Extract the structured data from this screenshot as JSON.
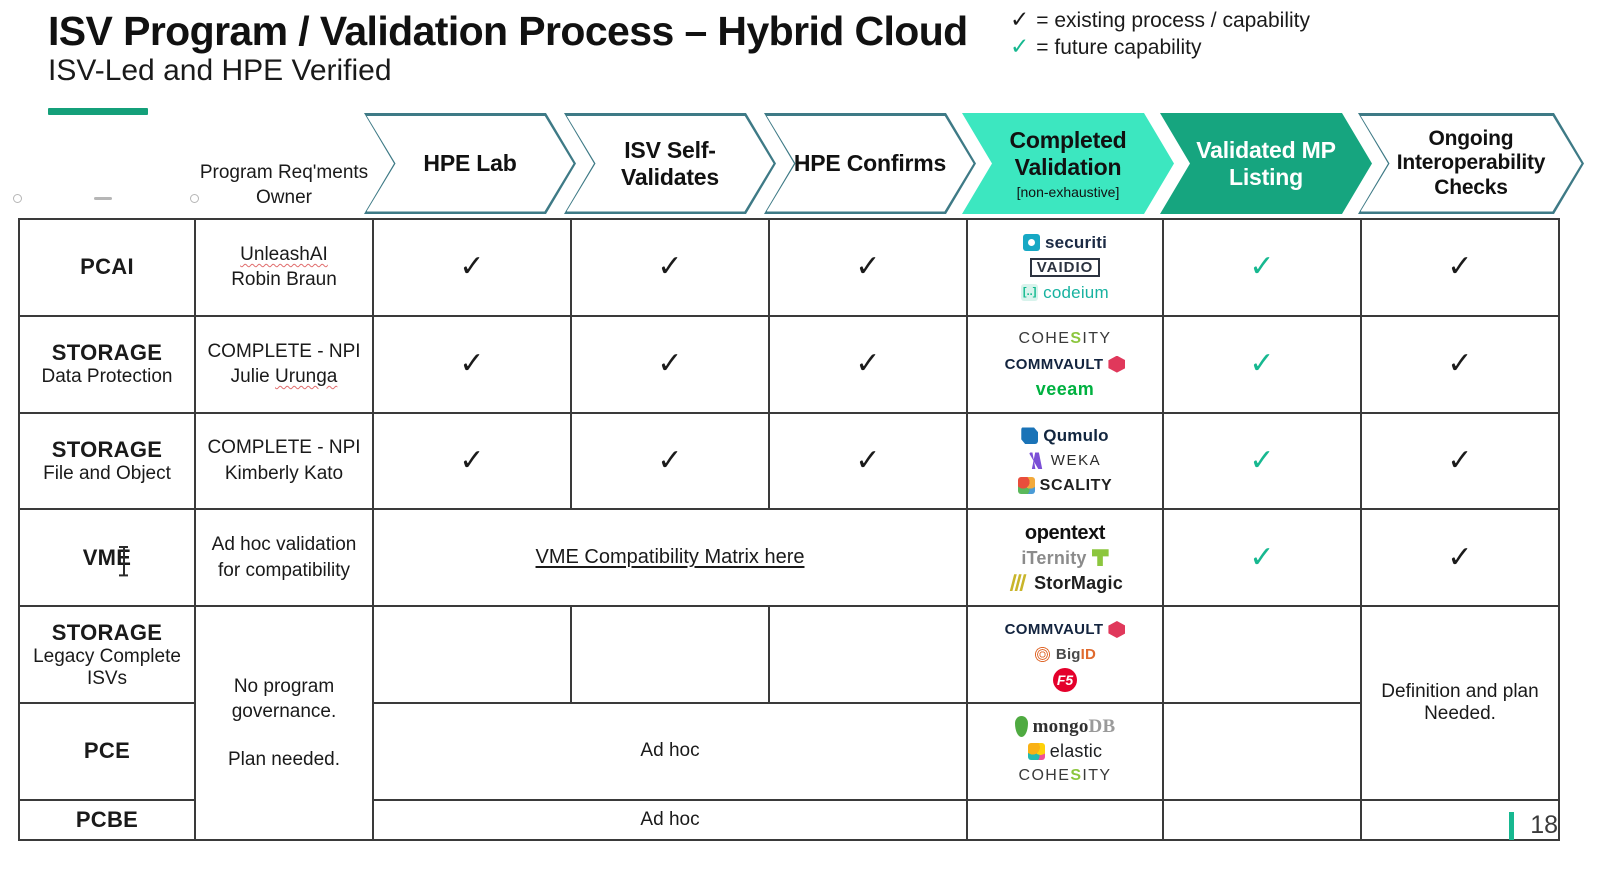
{
  "header": {
    "title": "ISV Program / Validation Process – Hybrid Cloud",
    "subtitle": "ISV-Led and HPE Verified",
    "accent_color": "#14a07a"
  },
  "legend": {
    "items": [
      {
        "icon": "check-icon",
        "mark": "✓",
        "kind": "existing",
        "color": "#1b1b1b",
        "text": "= existing process / capability"
      },
      {
        "icon": "check-icon",
        "mark": "✓",
        "kind": "future",
        "color": "#17b890",
        "text": "= future capability"
      }
    ]
  },
  "process_header": {
    "owner_column_label": "Program Req'ments\nOwner",
    "owner_label_line1": "Program Req'ments",
    "owner_label_line2": "Owner",
    "stages": [
      {
        "label": "HPE Lab",
        "sub": "",
        "fill": "#ffffff",
        "border": "#3e7a86",
        "text_color": "#111111"
      },
      {
        "label": "ISV Self-\nValidates",
        "line1": "ISV Self-",
        "line2": "Validates",
        "sub": "",
        "fill": "#ffffff",
        "border": "#3e7a86",
        "text_color": "#111111"
      },
      {
        "label": "HPE Confirms",
        "sub": "",
        "fill": "#ffffff",
        "border": "#3e7a86",
        "text_color": "#111111"
      },
      {
        "label": "Completed\nValidation",
        "line1": "Completed",
        "line2": "Validation",
        "sub": "[non-exhaustive]",
        "fill": "#3ce7c0",
        "border": "#3ce7c0",
        "text_color": "#111111"
      },
      {
        "label": "Validated MP\nListing",
        "line1": "Validated MP",
        "line2": "Listing",
        "sub": "",
        "fill": "#16a57f",
        "border": "#16a57f",
        "text_color": "#ffffff"
      },
      {
        "label": "Ongoing\nInteroperability\nChecks",
        "line1": "Ongoing",
        "line2": "Interoperability",
        "line3": "Checks",
        "sub": "",
        "fill": "#ffffff",
        "border": "#3e7a86",
        "text_color": "#111111"
      }
    ]
  },
  "matrix": {
    "rows": [
      {
        "category": "PCAI",
        "category_sub": "",
        "owner_line1": "UnleashAI",
        "owner_line1_misspelled": true,
        "owner_line2": "Robin Braun",
        "hpe_lab": "existing-check",
        "isv_self": "existing-check",
        "hpe_confirms": "existing-check",
        "validated_mp": "future-check",
        "ongoing": "existing-check",
        "logos": [
          {
            "name": "securiti",
            "text": "securiti"
          },
          {
            "name": "vaidio",
            "text": "VAIDIO"
          },
          {
            "name": "codeium",
            "text": "codeium"
          }
        ]
      },
      {
        "category": "STORAGE",
        "category_sub": "Data Protection",
        "owner_line1": "COMPLETE - NPI",
        "owner_line2": "Julie Urunga",
        "owner_line2_misspelled": true,
        "hpe_lab": "existing-check",
        "isv_self": "existing-check",
        "hpe_confirms": "existing-check",
        "validated_mp": "future-check",
        "ongoing": "existing-check",
        "logos": [
          {
            "name": "cohesity",
            "text": "COHESITY"
          },
          {
            "name": "commvault",
            "text": "COMMVAULT"
          },
          {
            "name": "veeam",
            "text": "veeam"
          }
        ]
      },
      {
        "category": "STORAGE",
        "category_sub": "File and Object",
        "owner_line1": "COMPLETE - NPI",
        "owner_line2": "Kimberly Kato",
        "hpe_lab": "existing-check",
        "isv_self": "existing-check",
        "hpe_confirms": "existing-check",
        "validated_mp": "future-check",
        "ongoing": "existing-check",
        "logos": [
          {
            "name": "qumulo",
            "text": "Qumulo"
          },
          {
            "name": "weka",
            "text": "WEKA"
          },
          {
            "name": "scality",
            "text": "SCALITY"
          }
        ]
      },
      {
        "category": "VME",
        "category_sub": "",
        "owner_line1": "Ad hoc validation",
        "owner_line2": "for compatibility",
        "span_link": "VME Compatibility Matrix here",
        "validated_mp": "future-check",
        "ongoing": "existing-check",
        "logos": [
          {
            "name": "opentext",
            "text": "opentext"
          },
          {
            "name": "iternity",
            "text": "iTernity"
          },
          {
            "name": "stormagic",
            "text": "StorMagic"
          }
        ]
      },
      {
        "category": "STORAGE",
        "category_sub": "Legacy Complete\nISVs",
        "category_sub_line1": "Legacy Complete",
        "category_sub_line2": "ISVs",
        "hpe_lab": "",
        "isv_self": "",
        "hpe_confirms": "",
        "validated_mp": "",
        "ongoing": "",
        "logos": [
          {
            "name": "commvault",
            "text": "COMMVAULT"
          },
          {
            "name": "bigid",
            "text": "BigID"
          },
          {
            "name": "f5",
            "text": "F5"
          }
        ]
      },
      {
        "category": "PCE",
        "category_sub": "",
        "span_text": "Ad hoc",
        "validated_mp": "",
        "ongoing": "",
        "logos": [
          {
            "name": "mongodb",
            "text": "mongoDB"
          },
          {
            "name": "elastic",
            "text": "elastic"
          },
          {
            "name": "cohesity",
            "text": "COHESITY"
          }
        ]
      },
      {
        "category": "PCBE",
        "category_sub": "",
        "span_text": "Ad hoc",
        "validated_mp": "",
        "ongoing": "",
        "logos": []
      }
    ],
    "owner_merged_note_line1": "No program",
    "owner_merged_note_line2": "governance.",
    "owner_merged_note_line3": "Plan needed.",
    "ongoing_merged_note_line1": "Definition and plan",
    "ongoing_merged_note_line2": "Needed."
  },
  "footer": {
    "page_number": "18",
    "accent_color": "#17b890"
  }
}
